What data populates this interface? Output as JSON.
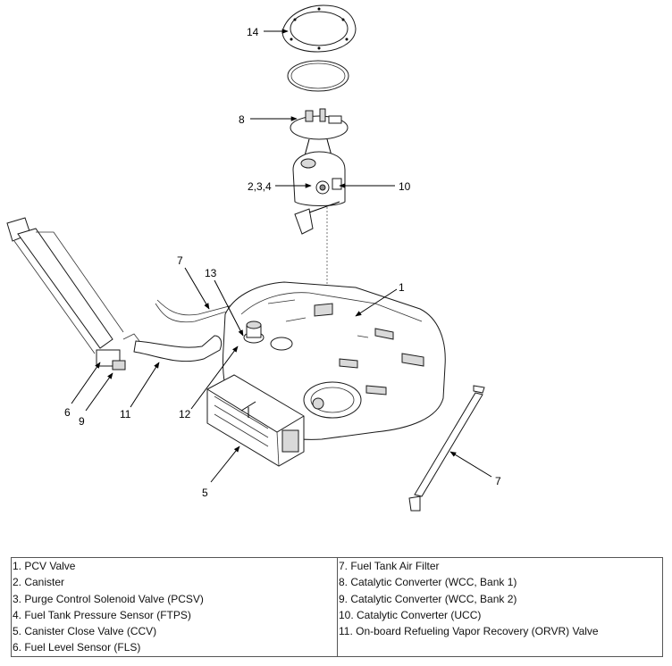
{
  "callouts": [
    {
      "id": "callout-14",
      "label": "14"
    },
    {
      "id": "callout-8",
      "label": "8"
    },
    {
      "id": "callout-234",
      "label": "2,3,4"
    },
    {
      "id": "callout-10",
      "label": "10"
    },
    {
      "id": "callout-7a",
      "label": "7"
    },
    {
      "id": "callout-13",
      "label": "13"
    },
    {
      "id": "callout-1",
      "label": "1"
    },
    {
      "id": "callout-6",
      "label": "6"
    },
    {
      "id": "callout-9",
      "label": "9"
    },
    {
      "id": "callout-11",
      "label": "11"
    },
    {
      "id": "callout-12",
      "label": "12"
    },
    {
      "id": "callout-5",
      "label": "5"
    },
    {
      "id": "callout-7b",
      "label": "7"
    }
  ],
  "legend": {
    "left": [
      "1. PCV Valve",
      "2. Canister",
      "3. Purge Control Solenoid Valve (PCSV)",
      "4. Fuel Tank Pressure Sensor (FTPS)",
      "5. Canister Close Valve (CCV)",
      "6. Fuel Level Sensor (FLS)"
    ],
    "right": [
      "7. Fuel Tank Air Filter",
      "8. Catalytic Converter (WCC, Bank 1)",
      "9. Catalytic Converter (WCC, Bank 2)",
      "10. Catalytic Converter (UCC)",
      "11. On-board Refueling Vapor Recovery (ORVR) Valve"
    ]
  }
}
